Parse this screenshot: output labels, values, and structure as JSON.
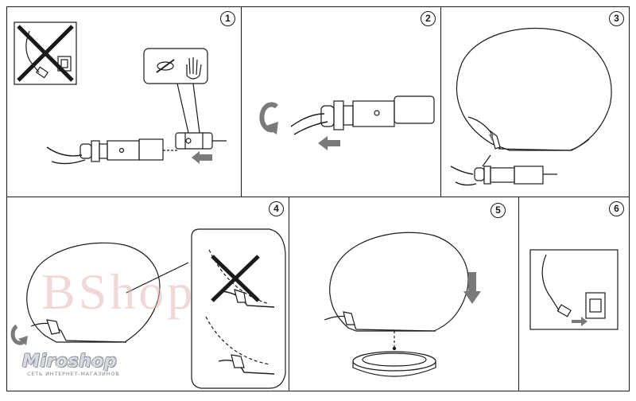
{
  "steps": [
    {
      "number": "1"
    },
    {
      "number": "2"
    },
    {
      "number": "3"
    },
    {
      "number": "4"
    },
    {
      "number": "5"
    },
    {
      "number": "6"
    }
  ],
  "watermark": {
    "text": "BShop"
  },
  "logo": {
    "name": "Miroshop",
    "tagline": "СЕТЬ ИНТЕРНЕТ-МАГАЗИНОВ"
  },
  "colors": {
    "line": "#1a1a1a",
    "arrow": "#7a7a7a",
    "watermark": "#e6b9b9"
  }
}
